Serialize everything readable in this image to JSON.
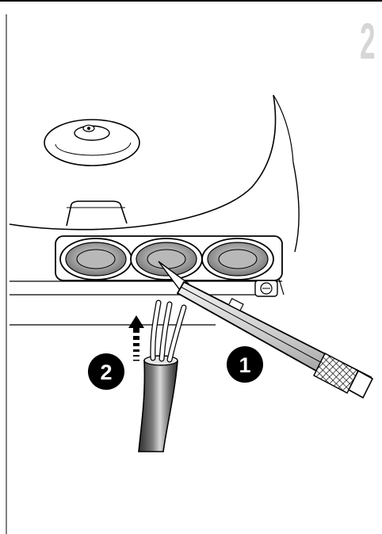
{
  "header": {
    "step_number": "2"
  },
  "callouts": [
    {
      "label": "1",
      "refers_to": "cutter-knife"
    },
    {
      "label": "2",
      "refers_to": "cable-insert"
    }
  ],
  "colors": {
    "line": "#000000",
    "panel": "#ffffff",
    "step_number": "#d6d6d6",
    "grommet_fill": "#8f8f8f",
    "grommet_inner": "#b5b5b5",
    "cable_dark": "#3b3b3b",
    "cable_mid": "#7a7a7a",
    "cable_light": "#cfcfcf"
  },
  "icons": [
    "cutter-knife-icon",
    "cable-icon",
    "arrow-up-icon",
    "grommet-icon"
  ]
}
